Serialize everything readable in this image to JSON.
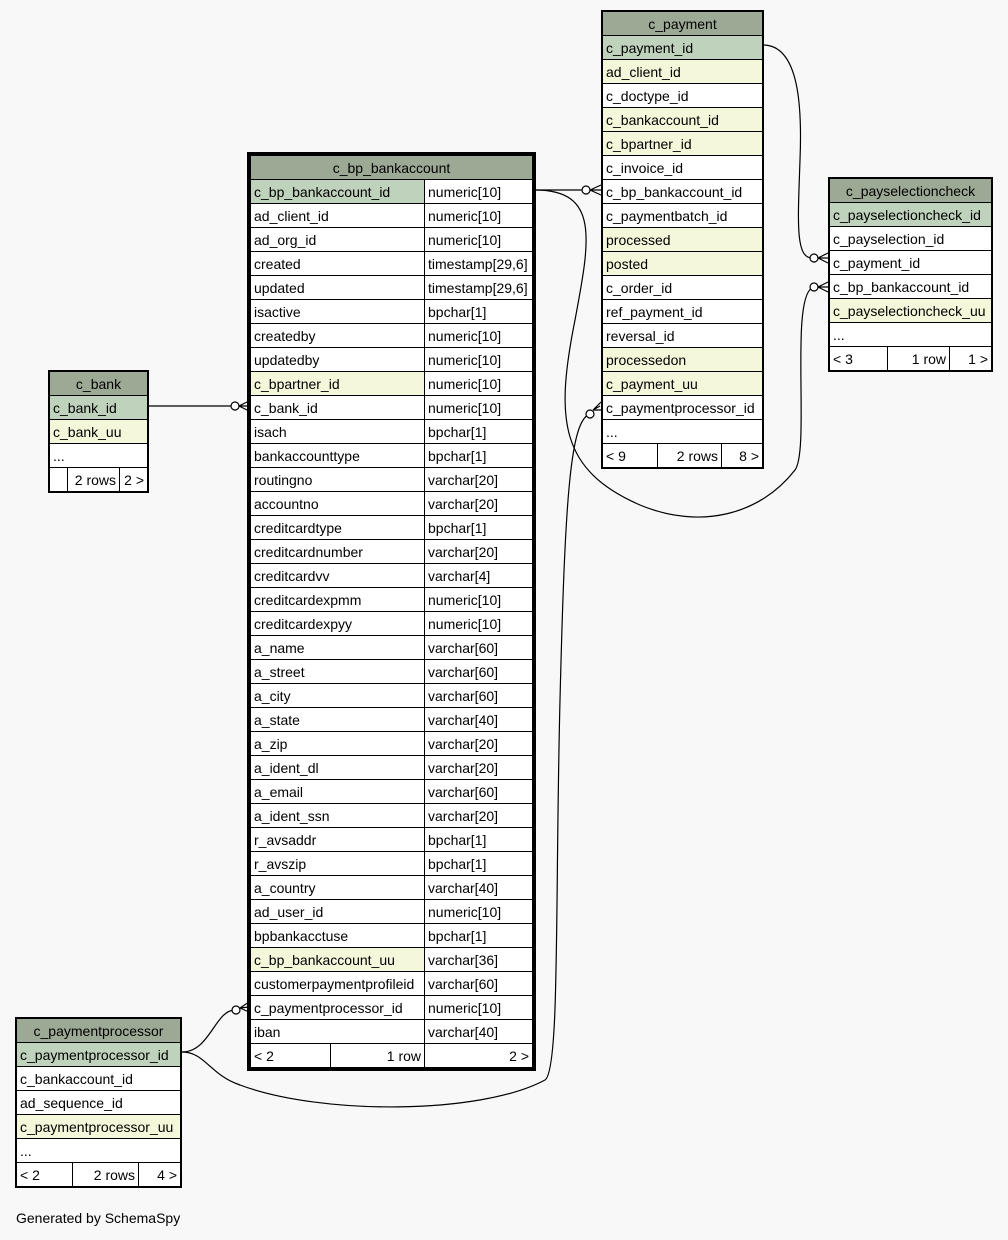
{
  "c_bank": {
    "name": "c_bank",
    "columns": [
      {
        "name": "c_bank_id",
        "kind": "pk"
      },
      {
        "name": "c_bank_uu",
        "kind": "idx"
      },
      {
        "name": "...",
        "kind": ""
      }
    ],
    "footer": {
      "left": "",
      "mid": "2 rows",
      "right": "2 >"
    }
  },
  "c_bp_bankaccount": {
    "name": "c_bp_bankaccount",
    "columns": [
      {
        "name": "c_bp_bankaccount_id",
        "type": "numeric[10]",
        "kind": "pk"
      },
      {
        "name": "ad_client_id",
        "type": "numeric[10]",
        "kind": ""
      },
      {
        "name": "ad_org_id",
        "type": "numeric[10]",
        "kind": ""
      },
      {
        "name": "created",
        "type": "timestamp[29,6]",
        "kind": ""
      },
      {
        "name": "updated",
        "type": "timestamp[29,6]",
        "kind": ""
      },
      {
        "name": "isactive",
        "type": "bpchar[1]",
        "kind": ""
      },
      {
        "name": "createdby",
        "type": "numeric[10]",
        "kind": ""
      },
      {
        "name": "updatedby",
        "type": "numeric[10]",
        "kind": ""
      },
      {
        "name": "c_bpartner_id",
        "type": "numeric[10]",
        "kind": "idx"
      },
      {
        "name": "c_bank_id",
        "type": "numeric[10]",
        "kind": ""
      },
      {
        "name": "isach",
        "type": "bpchar[1]",
        "kind": ""
      },
      {
        "name": "bankaccounttype",
        "type": "bpchar[1]",
        "kind": ""
      },
      {
        "name": "routingno",
        "type": "varchar[20]",
        "kind": ""
      },
      {
        "name": "accountno",
        "type": "varchar[20]",
        "kind": ""
      },
      {
        "name": "creditcardtype",
        "type": "bpchar[1]",
        "kind": ""
      },
      {
        "name": "creditcardnumber",
        "type": "varchar[20]",
        "kind": ""
      },
      {
        "name": "creditcardvv",
        "type": "varchar[4]",
        "kind": ""
      },
      {
        "name": "creditcardexpmm",
        "type": "numeric[10]",
        "kind": ""
      },
      {
        "name": "creditcardexpyy",
        "type": "numeric[10]",
        "kind": ""
      },
      {
        "name": "a_name",
        "type": "varchar[60]",
        "kind": ""
      },
      {
        "name": "a_street",
        "type": "varchar[60]",
        "kind": ""
      },
      {
        "name": "a_city",
        "type": "varchar[60]",
        "kind": ""
      },
      {
        "name": "a_state",
        "type": "varchar[40]",
        "kind": ""
      },
      {
        "name": "a_zip",
        "type": "varchar[20]",
        "kind": ""
      },
      {
        "name": "a_ident_dl",
        "type": "varchar[20]",
        "kind": ""
      },
      {
        "name": "a_email",
        "type": "varchar[60]",
        "kind": ""
      },
      {
        "name": "a_ident_ssn",
        "type": "varchar[20]",
        "kind": ""
      },
      {
        "name": "r_avsaddr",
        "type": "bpchar[1]",
        "kind": ""
      },
      {
        "name": "r_avszip",
        "type": "bpchar[1]",
        "kind": ""
      },
      {
        "name": "a_country",
        "type": "varchar[40]",
        "kind": ""
      },
      {
        "name": "ad_user_id",
        "type": "numeric[10]",
        "kind": ""
      },
      {
        "name": "bpbankacctuse",
        "type": "bpchar[1]",
        "kind": ""
      },
      {
        "name": "c_bp_bankaccount_uu",
        "type": "varchar[36]",
        "kind": "idx"
      },
      {
        "name": "customerpaymentprofileid",
        "type": "varchar[60]",
        "kind": ""
      },
      {
        "name": "c_paymentprocessor_id",
        "type": "numeric[10]",
        "kind": ""
      },
      {
        "name": "iban",
        "type": "varchar[40]",
        "kind": ""
      }
    ],
    "footer": {
      "left": "< 2",
      "mid": "1 row",
      "right": "2 >"
    }
  },
  "c_payment": {
    "name": "c_payment",
    "columns": [
      {
        "name": "c_payment_id",
        "kind": "pk"
      },
      {
        "name": "ad_client_id",
        "kind": "idx"
      },
      {
        "name": "c_doctype_id",
        "kind": ""
      },
      {
        "name": "c_bankaccount_id",
        "kind": "idx"
      },
      {
        "name": "c_bpartner_id",
        "kind": "idx"
      },
      {
        "name": "c_invoice_id",
        "kind": ""
      },
      {
        "name": "c_bp_bankaccount_id",
        "kind": ""
      },
      {
        "name": "c_paymentbatch_id",
        "kind": ""
      },
      {
        "name": "processed",
        "kind": "idx"
      },
      {
        "name": "posted",
        "kind": "idx"
      },
      {
        "name": "c_order_id",
        "kind": ""
      },
      {
        "name": "ref_payment_id",
        "kind": ""
      },
      {
        "name": "reversal_id",
        "kind": ""
      },
      {
        "name": "processedon",
        "kind": "idx"
      },
      {
        "name": "c_payment_uu",
        "kind": "idx"
      },
      {
        "name": "c_paymentprocessor_id",
        "kind": ""
      },
      {
        "name": "...",
        "kind": ""
      }
    ],
    "footer": {
      "left": "< 9",
      "mid": "2 rows",
      "right": "8 >"
    }
  },
  "c_payselectioncheck": {
    "name": "c_payselectioncheck",
    "columns": [
      {
        "name": "c_payselectioncheck_id",
        "kind": "pk"
      },
      {
        "name": "c_payselection_id",
        "kind": ""
      },
      {
        "name": "c_payment_id",
        "kind": ""
      },
      {
        "name": "c_bp_bankaccount_id",
        "kind": ""
      },
      {
        "name": "c_payselectioncheck_uu",
        "kind": "idx"
      },
      {
        "name": "...",
        "kind": ""
      }
    ],
    "footer": {
      "left": "< 3",
      "mid": "1 row",
      "right": "1 >"
    }
  },
  "c_paymentprocessor": {
    "name": "c_paymentprocessor",
    "columns": [
      {
        "name": "c_paymentprocessor_id",
        "kind": "pk"
      },
      {
        "name": "c_bankaccount_id",
        "kind": ""
      },
      {
        "name": "ad_sequence_id",
        "kind": ""
      },
      {
        "name": "c_paymentprocessor_uu",
        "kind": "idx"
      },
      {
        "name": "...",
        "kind": ""
      }
    ],
    "footer": {
      "left": "< 2",
      "mid": "2 rows",
      "right": "4 >"
    }
  },
  "footer_text": "Generated by SchemaSpy"
}
